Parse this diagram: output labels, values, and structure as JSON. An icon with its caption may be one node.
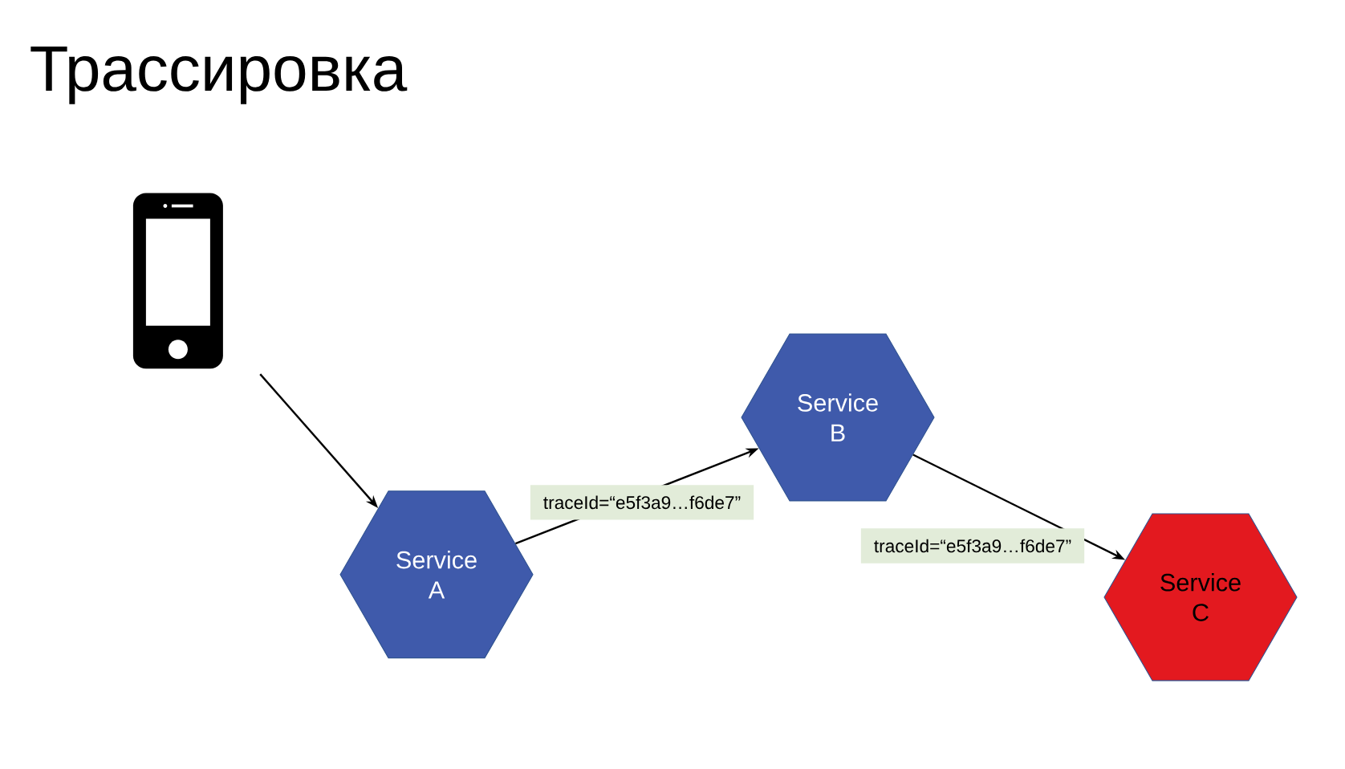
{
  "diagram": {
    "title": "Трассировка",
    "nodes": [
      {
        "text": [],
        "shape": "phone"
      },
      {
        "text": [
          "Service A"
        ]
      },
      {
        "text": [
          "Service B"
        ]
      },
      {
        "text": [
          "Service C"
        ]
      }
    ],
    "edges": [
      {
        "from": 0,
        "to": 1,
        "arrow": "to"
      },
      {
        "from": 1,
        "to": 2,
        "arrow": "to",
        "label": "traceId=“e5f3a9…f6de7”"
      },
      {
        "from": 2,
        "to": 3,
        "arrow": "to",
        "label": "traceId=“e5f3a9…f6de7”"
      }
    ]
  }
}
